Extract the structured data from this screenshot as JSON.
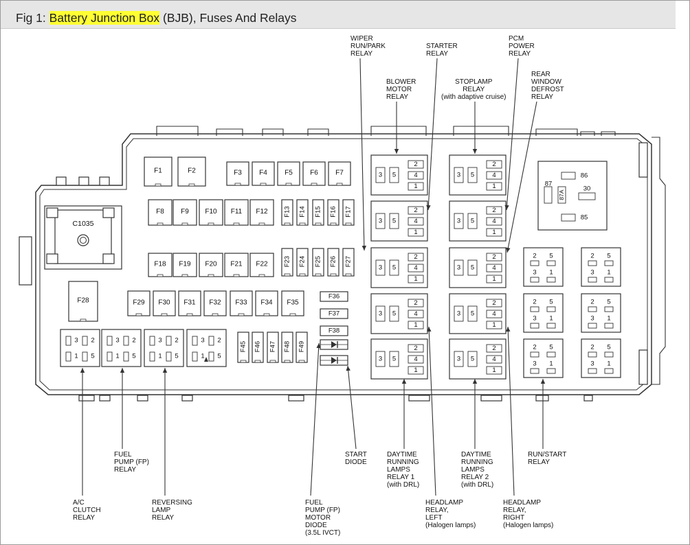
{
  "title": {
    "prefix": "Fig 1: ",
    "highlight": "Battery Junction Box",
    "suffix": " (BJB), Fuses And Relays"
  },
  "highlight_color": "#ffff33",
  "connector": "C1035",
  "fuses": {
    "top_row": [
      "F1",
      "F2",
      "F3",
      "F4",
      "F5",
      "F6",
      "F7"
    ],
    "row2": [
      "F8",
      "F9",
      "F10",
      "F11",
      "F12"
    ],
    "row2_vertical": [
      "F13",
      "F14",
      "F15",
      "F16",
      "F17"
    ],
    "row3": [
      "F18",
      "F19",
      "F20",
      "F21",
      "F22"
    ],
    "row3_vertical": [
      "F23",
      "F24",
      "F25",
      "F26",
      "F27"
    ],
    "big": "F28",
    "row4": [
      "F29",
      "F30",
      "F31",
      "F32",
      "F33",
      "F34",
      "F35"
    ],
    "small": [
      "F36",
      "F37",
      "F38"
    ],
    "bottom_vertical": [
      "F45",
      "F46",
      "F47",
      "F48",
      "F49"
    ]
  },
  "relay_pins": {
    "mini": [
      "3",
      "5",
      "2",
      "4",
      "1"
    ],
    "micro": [
      "2",
      "5",
      "3",
      "1"
    ],
    "iso": [
      "3",
      "2",
      "1",
      "5"
    ],
    "large": [
      "86",
      "87",
      "87A",
      "30",
      "85"
    ]
  },
  "callouts": {
    "wiper": "WIPER\nRUN/PARK\nRELAY",
    "starter": "STARTER\nRELAY",
    "pcm": "PCM\nPOWER\nRELAY",
    "blower": "BLOWER\nMOTOR\nRELAY",
    "stoplamp": "STOPLAMP\nRELAY\n(with adaptive cruise)",
    "rear": "REAR\nWINDOW\nDEFROST\nRELAY",
    "fuel_pump": "FUEL\nPUMP (FP)\nRELAY",
    "start_diode": "START\nDIODE",
    "drl1": "DAYTIME\nRUNNING\nLAMPS\nRELAY 1\n(with DRL)",
    "drl2": "DAYTIME\nRUNNING\nLAMPS\nRELAY 2\n(with DRL)",
    "run_start": "RUN/START\nRELAY",
    "ac": "A/C\nCLUTCH\nRELAY",
    "reversing": "REVERSING\nLAMP\nRELAY",
    "fp_diode": "FUEL\nPUMP (FP)\nMOTOR\nDIODE\n(3.5L IVCT)",
    "hl_left": "HEADLAMP\nRELAY,\nLEFT\n(Halogen lamps)",
    "hl_right": "HEADLAMP\nRELAY,\nRIGHT\n(Halogen lamps)"
  }
}
